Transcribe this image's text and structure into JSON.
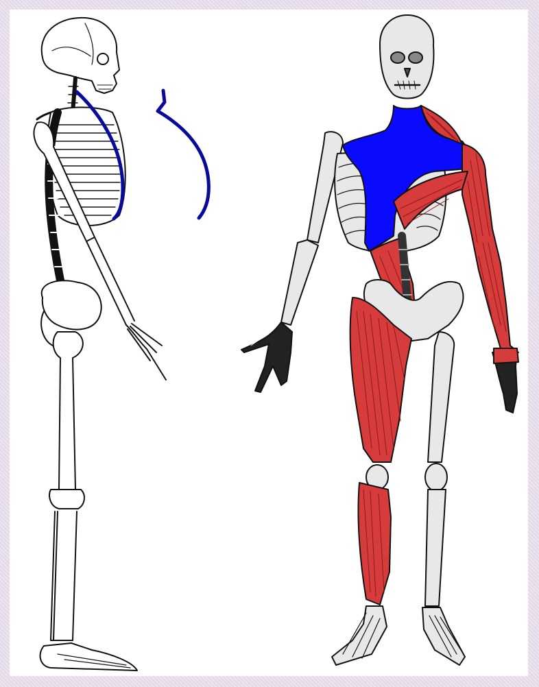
{
  "figure": {
    "colors": {
      "frame": "#e6dcea",
      "background": "#ffffff",
      "bone": "#f2f2f2",
      "bone_shade": "#cfcfcf",
      "outline": "#111111",
      "highlight": "#0a0aff",
      "highlight_side": "#0a0a9a",
      "muscle": "#d63c3c",
      "muscle_dark": "#8c1a1a"
    },
    "icons": [
      "skeleton-side-view",
      "curved-muscle-outline",
      "skeleton-front-view-with-muscles"
    ]
  }
}
